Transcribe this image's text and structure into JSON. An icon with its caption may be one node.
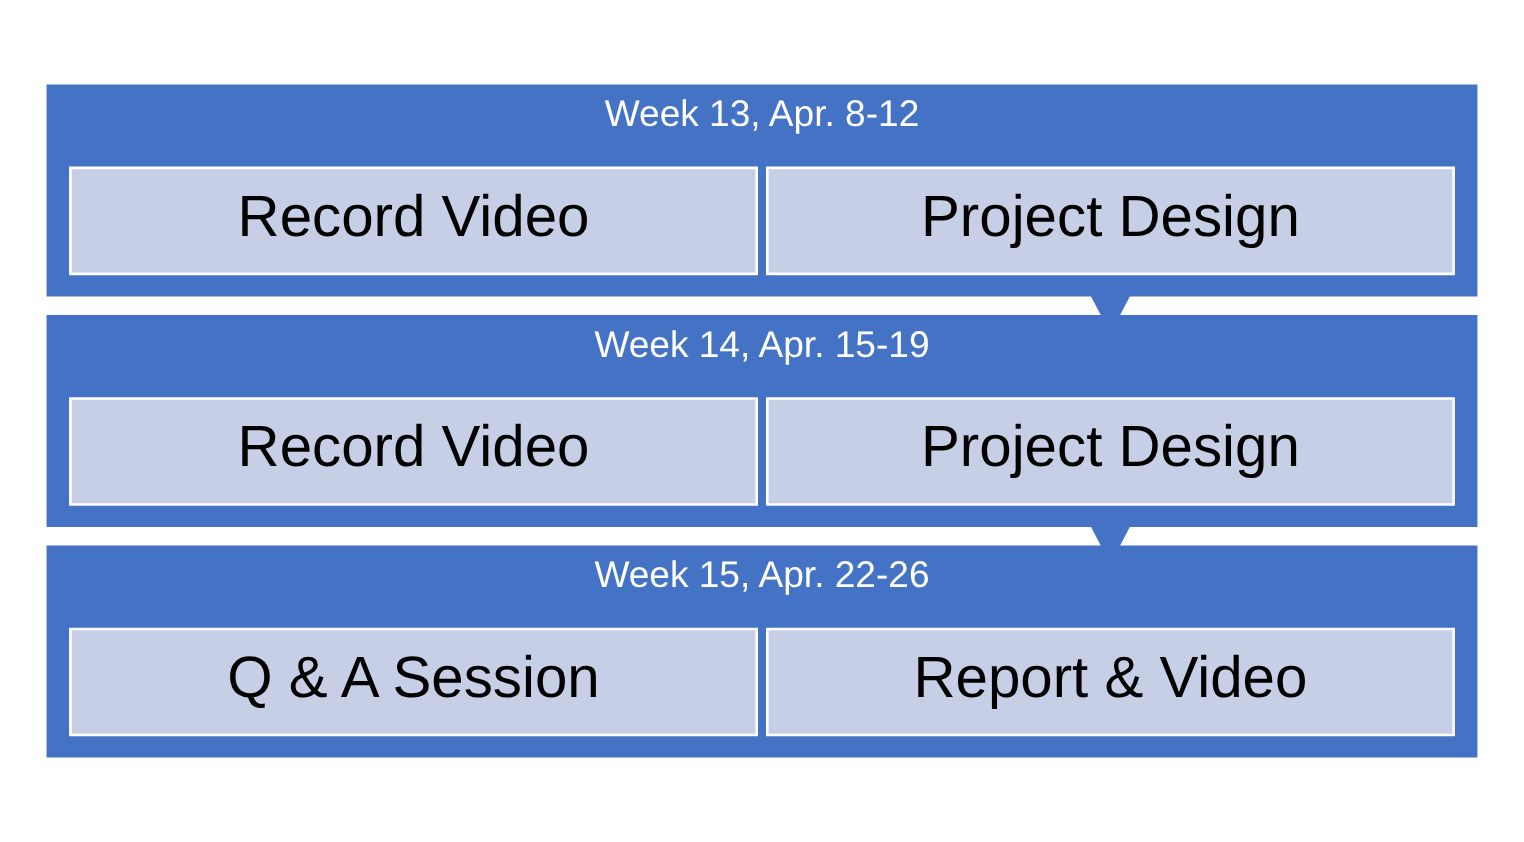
{
  "diagram": {
    "nodes": [
      {
        "text": [
          "Week 13, Apr. 8-12"
        ]
      },
      {
        "text": [
          "Project Design"
        ],
        "in": 0
      },
      {
        "text": [
          "Record Video"
        ],
        "in": 0
      },
      {
        "text": [
          "Week 14, Apr. 15-19"
        ]
      },
      {
        "text": [
          "Project Design"
        ],
        "in": 3
      },
      {
        "text": [
          "Record Video"
        ],
        "in": 3
      },
      {
        "text": [
          "Week 15, Apr. 22-26"
        ]
      },
      {
        "text": [
          "Report & Video"
        ],
        "in": 6
      },
      {
        "text": [
          "Q & A Session"
        ],
        "in": 6
      }
    ],
    "edges": [
      {
        "from": 0,
        "to": 3,
        "arrow": "to"
      },
      {
        "from": 3,
        "to": 6,
        "arrow": "to"
      }
    ]
  }
}
